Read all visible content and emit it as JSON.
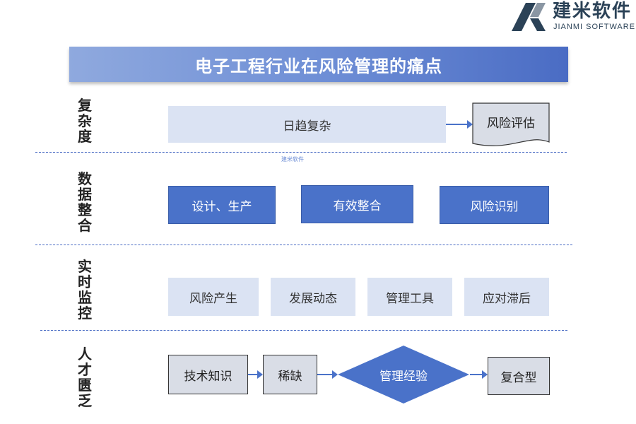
{
  "logo": {
    "cn": "建米软件",
    "en": "JIANMI SOFTWARE",
    "watermark": "建米软件"
  },
  "title": "电子工程行业在风险管理的痛点",
  "rows": [
    {
      "label": "复杂度",
      "items": [
        "日趋复杂",
        "风险评估"
      ]
    },
    {
      "label": "数据整合",
      "items": [
        "设计、生产",
        "有效整合",
        "风险识别"
      ]
    },
    {
      "label": "实时监控",
      "items": [
        "风险产生",
        "发展动态",
        "管理工具",
        "应对滞后"
      ]
    },
    {
      "label": "人才匮乏",
      "items": [
        "技术知识",
        "稀缺",
        "管理经验",
        "复合型"
      ]
    }
  ],
  "colors": {
    "accent": "#4a72c9",
    "light": "#dbe3f3",
    "gray": "#d9dde6",
    "logo": "#2b4257"
  }
}
